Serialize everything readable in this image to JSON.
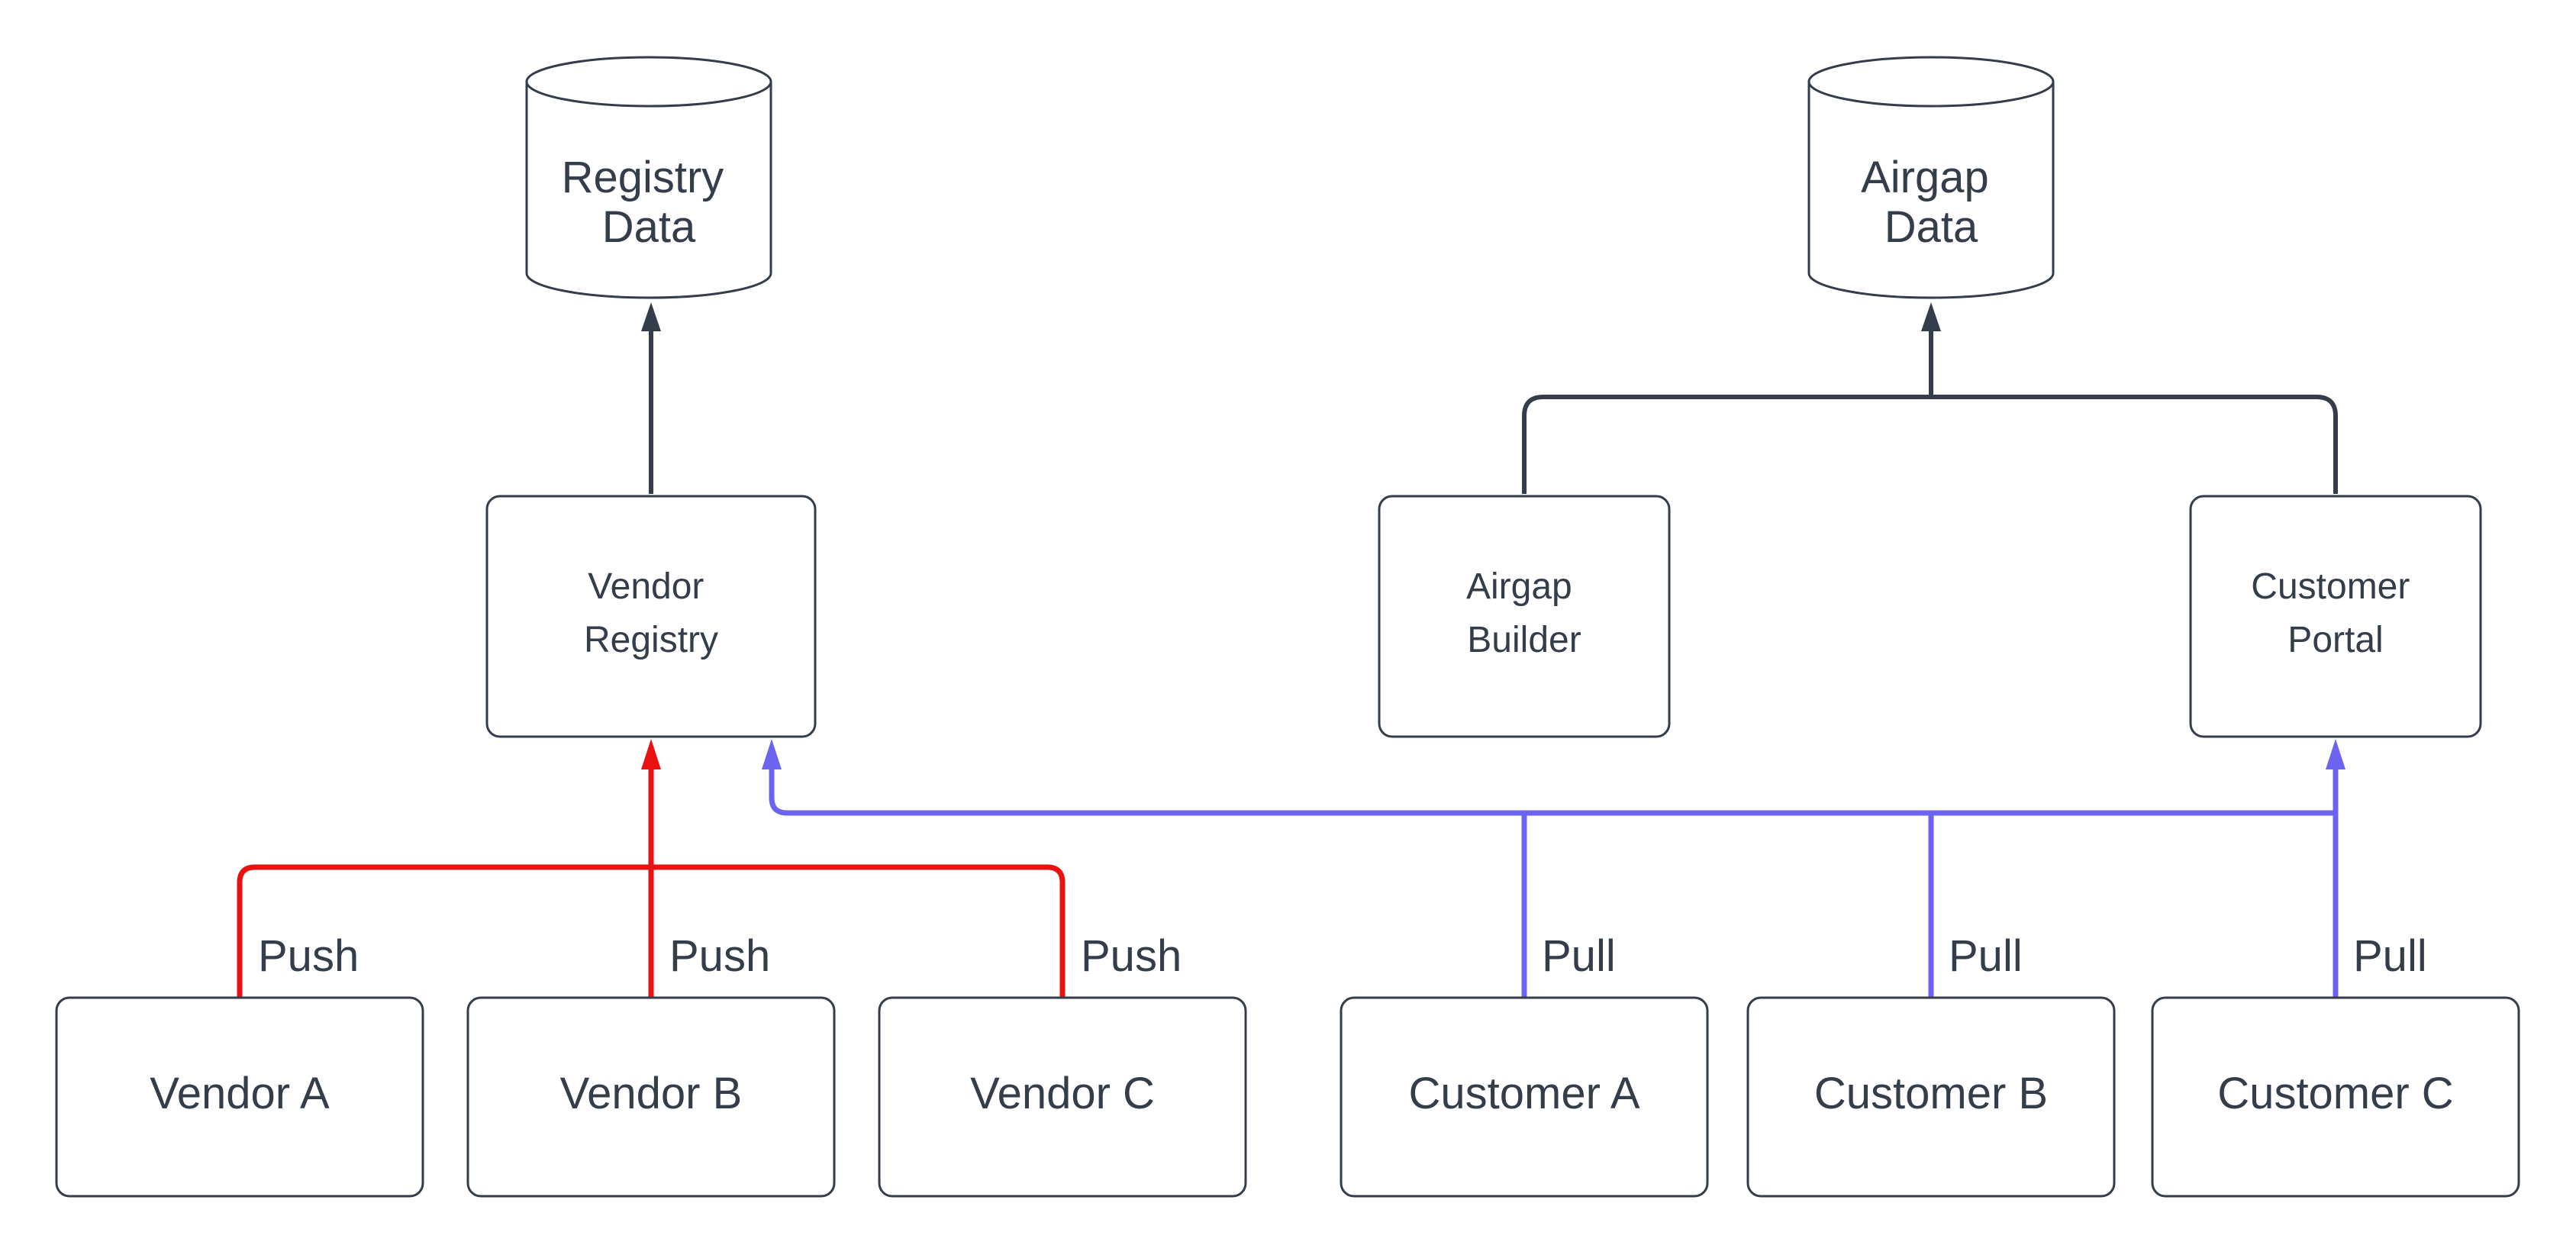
{
  "diagram_type": "flowchart",
  "colors": {
    "background": "#ffffff",
    "node_border": "#343d4a",
    "node_fill": "#ffffff",
    "text": "#343d4a",
    "flow_dark": "#343d4a",
    "push_red": "#ea1111",
    "pull_blue": "#6c63f0"
  },
  "nodes": {
    "registry_data": {
      "type": "database-cylinder",
      "line1": "Registry",
      "line2": "Data"
    },
    "airgap_data": {
      "type": "database-cylinder",
      "line1": "Airgap",
      "line2": "Data"
    },
    "vendor_registry": {
      "type": "process-box",
      "line1": "Vendor",
      "line2": "Registry"
    },
    "airgap_builder": {
      "type": "process-box",
      "line1": "Airgap",
      "line2": "Builder"
    },
    "customer_portal": {
      "type": "process-box",
      "line1": "Customer",
      "line2": "Portal"
    },
    "vendor_a": {
      "type": "process-box",
      "label": "Vendor A"
    },
    "vendor_b": {
      "type": "process-box",
      "label": "Vendor B"
    },
    "vendor_c": {
      "type": "process-box",
      "label": "Vendor C"
    },
    "customer_a": {
      "type": "process-box",
      "label": "Customer A"
    },
    "customer_b": {
      "type": "process-box",
      "label": "Customer B"
    },
    "customer_c": {
      "type": "process-box",
      "label": "Customer C"
    }
  },
  "edge_labels": {
    "push_vendor_a": "Push",
    "push_vendor_b": "Push",
    "push_vendor_c": "Push",
    "pull_customer_a": "Pull",
    "pull_customer_b": "Pull",
    "pull_customer_c": "Pull"
  },
  "edges": [
    {
      "from": "vendor_registry",
      "to": "registry_data",
      "color": "flow_dark",
      "arrow": "up"
    },
    {
      "from": "airgap_builder",
      "to": "airgap_data",
      "color": "flow_dark",
      "arrow": "up"
    },
    {
      "from": "customer_portal",
      "to": "airgap_data",
      "color": "flow_dark",
      "arrow": "up"
    },
    {
      "from": "vendor_a",
      "to": "vendor_registry",
      "label": "Push",
      "color": "push_red",
      "arrow": "up"
    },
    {
      "from": "vendor_b",
      "to": "vendor_registry",
      "label": "Push",
      "color": "push_red",
      "arrow": "up"
    },
    {
      "from": "vendor_c",
      "to": "vendor_registry",
      "label": "Push",
      "color": "push_red",
      "arrow": "up"
    },
    {
      "from": "customer_a",
      "to": "vendor_registry",
      "label": "Pull",
      "color": "pull_blue",
      "arrow": "up"
    },
    {
      "from": "customer_b",
      "to": "vendor_registry",
      "label": "Pull",
      "color": "pull_blue",
      "arrow": "up"
    },
    {
      "from": "customer_c",
      "to": "customer_portal",
      "label": "Pull",
      "color": "pull_blue",
      "arrow": "up"
    }
  ]
}
